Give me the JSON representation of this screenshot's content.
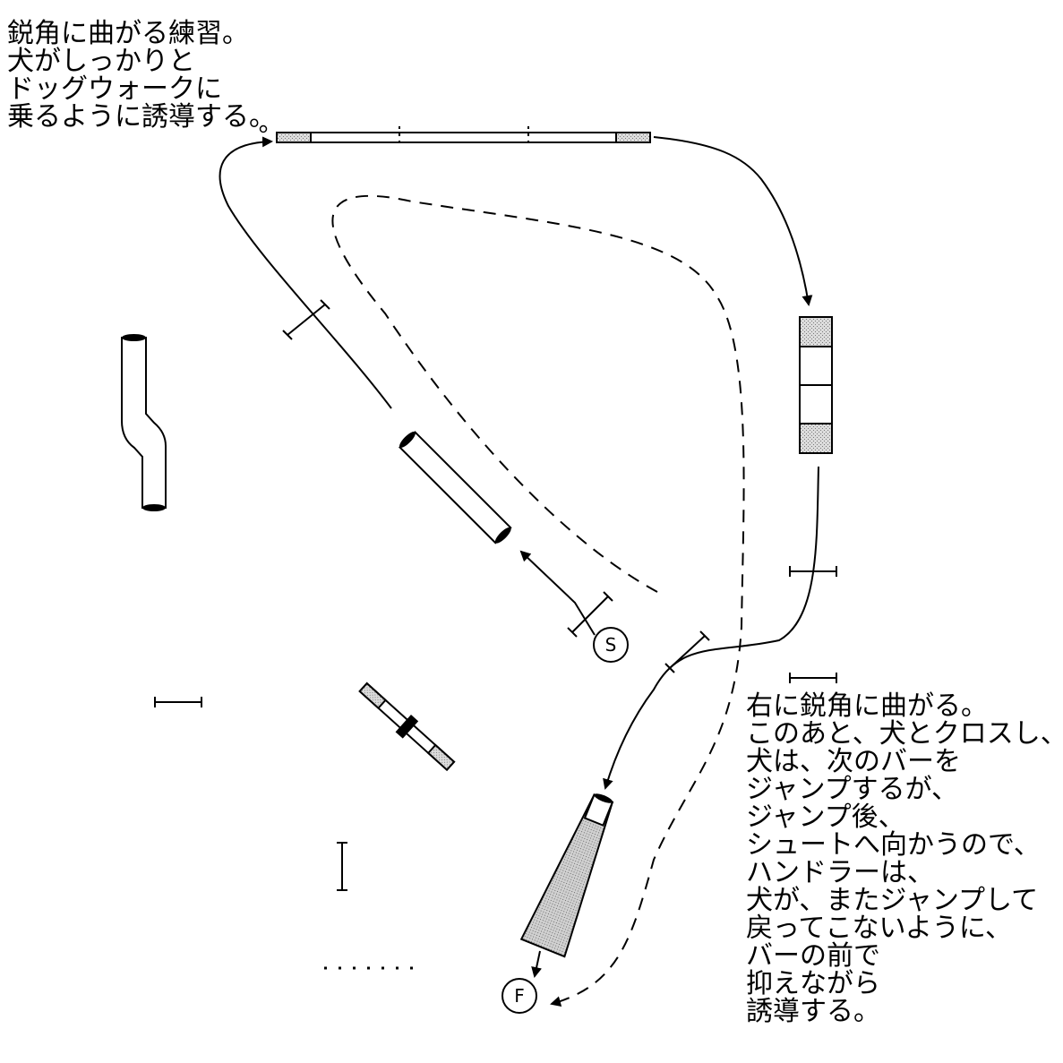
{
  "annotations": {
    "top_left": [
      "鋭角に曲がる練習。",
      "犬がしっかりと",
      "ドッグウォークに",
      "乗るように誘導する。"
    ],
    "bottom_right": [
      "右に鋭角に曲がる。",
      "このあと、犬とクロスし、",
      "犬は、次のバーを",
      "ジャンプするが、",
      "ジャンプ後、",
      "シュートへ向かうので、",
      "ハンドラーは、",
      "犬が、またジャンプして",
      "戻ってこないように、",
      "バーの前で",
      "抑えながら",
      "誘導する。"
    ]
  },
  "markers": {
    "start": "S",
    "finish": "F"
  },
  "colors": {
    "line": "#000000",
    "contact_fill": "#d4d4d4",
    "chute_fill": "#cfcfcf",
    "background": "#ffffff"
  }
}
